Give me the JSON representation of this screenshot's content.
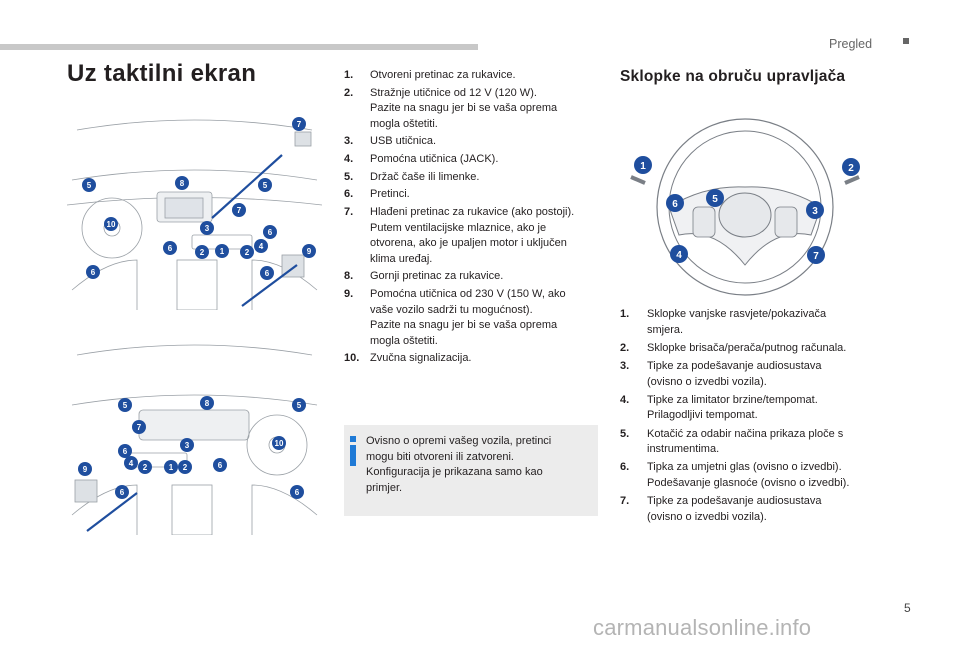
{
  "header": {
    "section": "Pregled"
  },
  "left": {
    "title": "Uz taktilni ekran"
  },
  "middle": {
    "items": [
      {
        "num": "1.",
        "lines": [
          "Otvoreni pretinac za rukavice."
        ]
      },
      {
        "num": "2.",
        "lines": [
          "Stražnje utičnice od 12 V (120 W).",
          "Pazite na snagu jer bi se vaša oprema",
          "mogla oštetiti."
        ]
      },
      {
        "num": "3.",
        "lines": [
          "USB utičnica."
        ]
      },
      {
        "num": "4.",
        "lines": [
          "Pomoćna utičnica (JACK)."
        ]
      },
      {
        "num": "5.",
        "lines": [
          "Držač čaše ili limenke."
        ]
      },
      {
        "num": "6.",
        "lines": [
          "Pretinci."
        ]
      },
      {
        "num": "7.",
        "lines": [
          "Hlađeni pretinac za rukavice (ako postoji).",
          "Putem ventilacijske mlaznice, ako je",
          "otvorena, ako je upaljen motor i uključen",
          "klima uređaj."
        ]
      },
      {
        "num": "8.",
        "lines": [
          "Gornji pretinac za rukavice."
        ]
      },
      {
        "num": "9.",
        "lines": [
          "Pomoćna utičnica od 230 V (150 W, ako",
          "vaše vozilo sadrži tu mogućnost).",
          "Pazite na snagu jer bi se vaša oprema",
          "mogla oštetiti."
        ]
      },
      {
        "num": "10.",
        "lines": [
          "Zvučna signalizacija."
        ]
      }
    ],
    "note": {
      "icon": "info-icon",
      "lines": [
        "Ovisno o opremi vašeg vozila, pretinci",
        "mogu biti otvoreni ili zatvoreni.",
        "Konfiguracija je prikazana samo kao",
        "primjer."
      ]
    }
  },
  "right": {
    "title": "Sklopke na obruču upravljača",
    "items": [
      {
        "num": "1.",
        "lines": [
          "Sklopke vanjske rasvjete/pokazivača",
          "smjera."
        ]
      },
      {
        "num": "2.",
        "lines": [
          "Sklopke brisača/perača/putnog računala."
        ]
      },
      {
        "num": "3.",
        "lines": [
          "Tipke za podešavanje audiosustava",
          "(ovisno o izvedbi vozila)."
        ]
      },
      {
        "num": "4.",
        "lines": [
          "Tipke za limitator brzine/tempomat.",
          "Prilagodljivi tempomat."
        ]
      },
      {
        "num": "5.",
        "lines": [
          "Kotačić za odabir načina prikaza ploče s",
          "instrumentima."
        ]
      },
      {
        "num": "6.",
        "lines": [
          "Tipka za umjetni glas (ovisno o izvedbi).",
          "Podešavanje glasnoće (ovisno o izvedbi)."
        ]
      },
      {
        "num": "7.",
        "lines": [
          "Tipke za podešavanje audiosustava",
          "(ovisno o izvedbi vozila)."
        ]
      }
    ]
  },
  "figures": {
    "cockpit_top_markers": [
      "7",
      "5",
      "8",
      "5",
      "10",
      "7",
      "3",
      "6",
      "6",
      "2",
      "1",
      "2",
      "4",
      "9",
      "6",
      "6"
    ],
    "cockpit_bottom_markers": [
      "5",
      "8",
      "5",
      "7",
      "10",
      "3",
      "6",
      "9",
      "4",
      "2",
      "1",
      "2",
      "6",
      "6",
      "6"
    ],
    "wheel_markers": [
      "1",
      "2",
      "6",
      "5",
      "3",
      "4",
      "7"
    ],
    "accent_color": "#1f4e9e"
  },
  "footer": {
    "page_number": "5",
    "watermark": "carmanualsonline.info"
  }
}
